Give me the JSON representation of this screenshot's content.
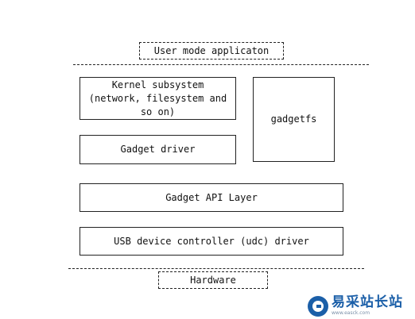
{
  "diagram": {
    "user_mode": "User mode applicaton",
    "kernel_subsystem": "Kernel subsystem (network, filesystem and so on)",
    "gadgetfs": "gadgetfs",
    "gadget_driver": "Gadget driver",
    "gadget_api_layer": "Gadget API Layer",
    "udc_driver": "USB device controller (udc) driver",
    "hardware": "Hardware"
  },
  "watermark": {
    "title": "易采站长站",
    "subtitle": "www.easck.com"
  }
}
